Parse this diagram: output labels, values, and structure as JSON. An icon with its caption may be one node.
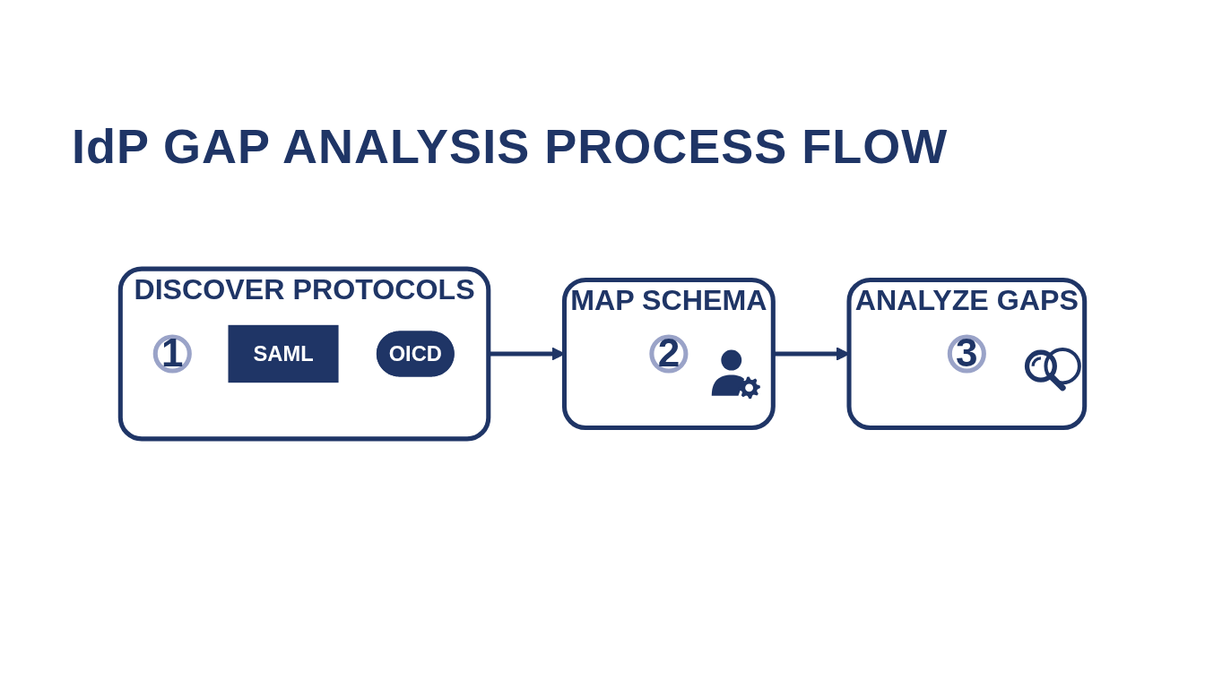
{
  "diagram": {
    "title": "IdP GAP ANALYSIS PROCESS FLOW",
    "nodes": [
      {
        "text": [
          "DISCOVER PROTOCOLS"
        ]
      },
      {
        "text": [
          "1"
        ],
        "in": 0
      },
      {
        "text": [
          "SAML"
        ],
        "in": 0
      },
      {
        "text": [
          "OICD"
        ],
        "in": 0
      },
      {
        "text": [
          "MAP SCHEMA"
        ]
      },
      {
        "text": [
          "2"
        ],
        "in": 4
      },
      {
        "text": [
          "ANALYZE GAPS"
        ]
      },
      {
        "text": [
          "3"
        ],
        "in": 6
      }
    ],
    "edges": [
      {
        "from": 0,
        "to": 4,
        "arrow": "to"
      },
      {
        "from": 4,
        "to": 6,
        "arrow": "to"
      }
    ]
  }
}
